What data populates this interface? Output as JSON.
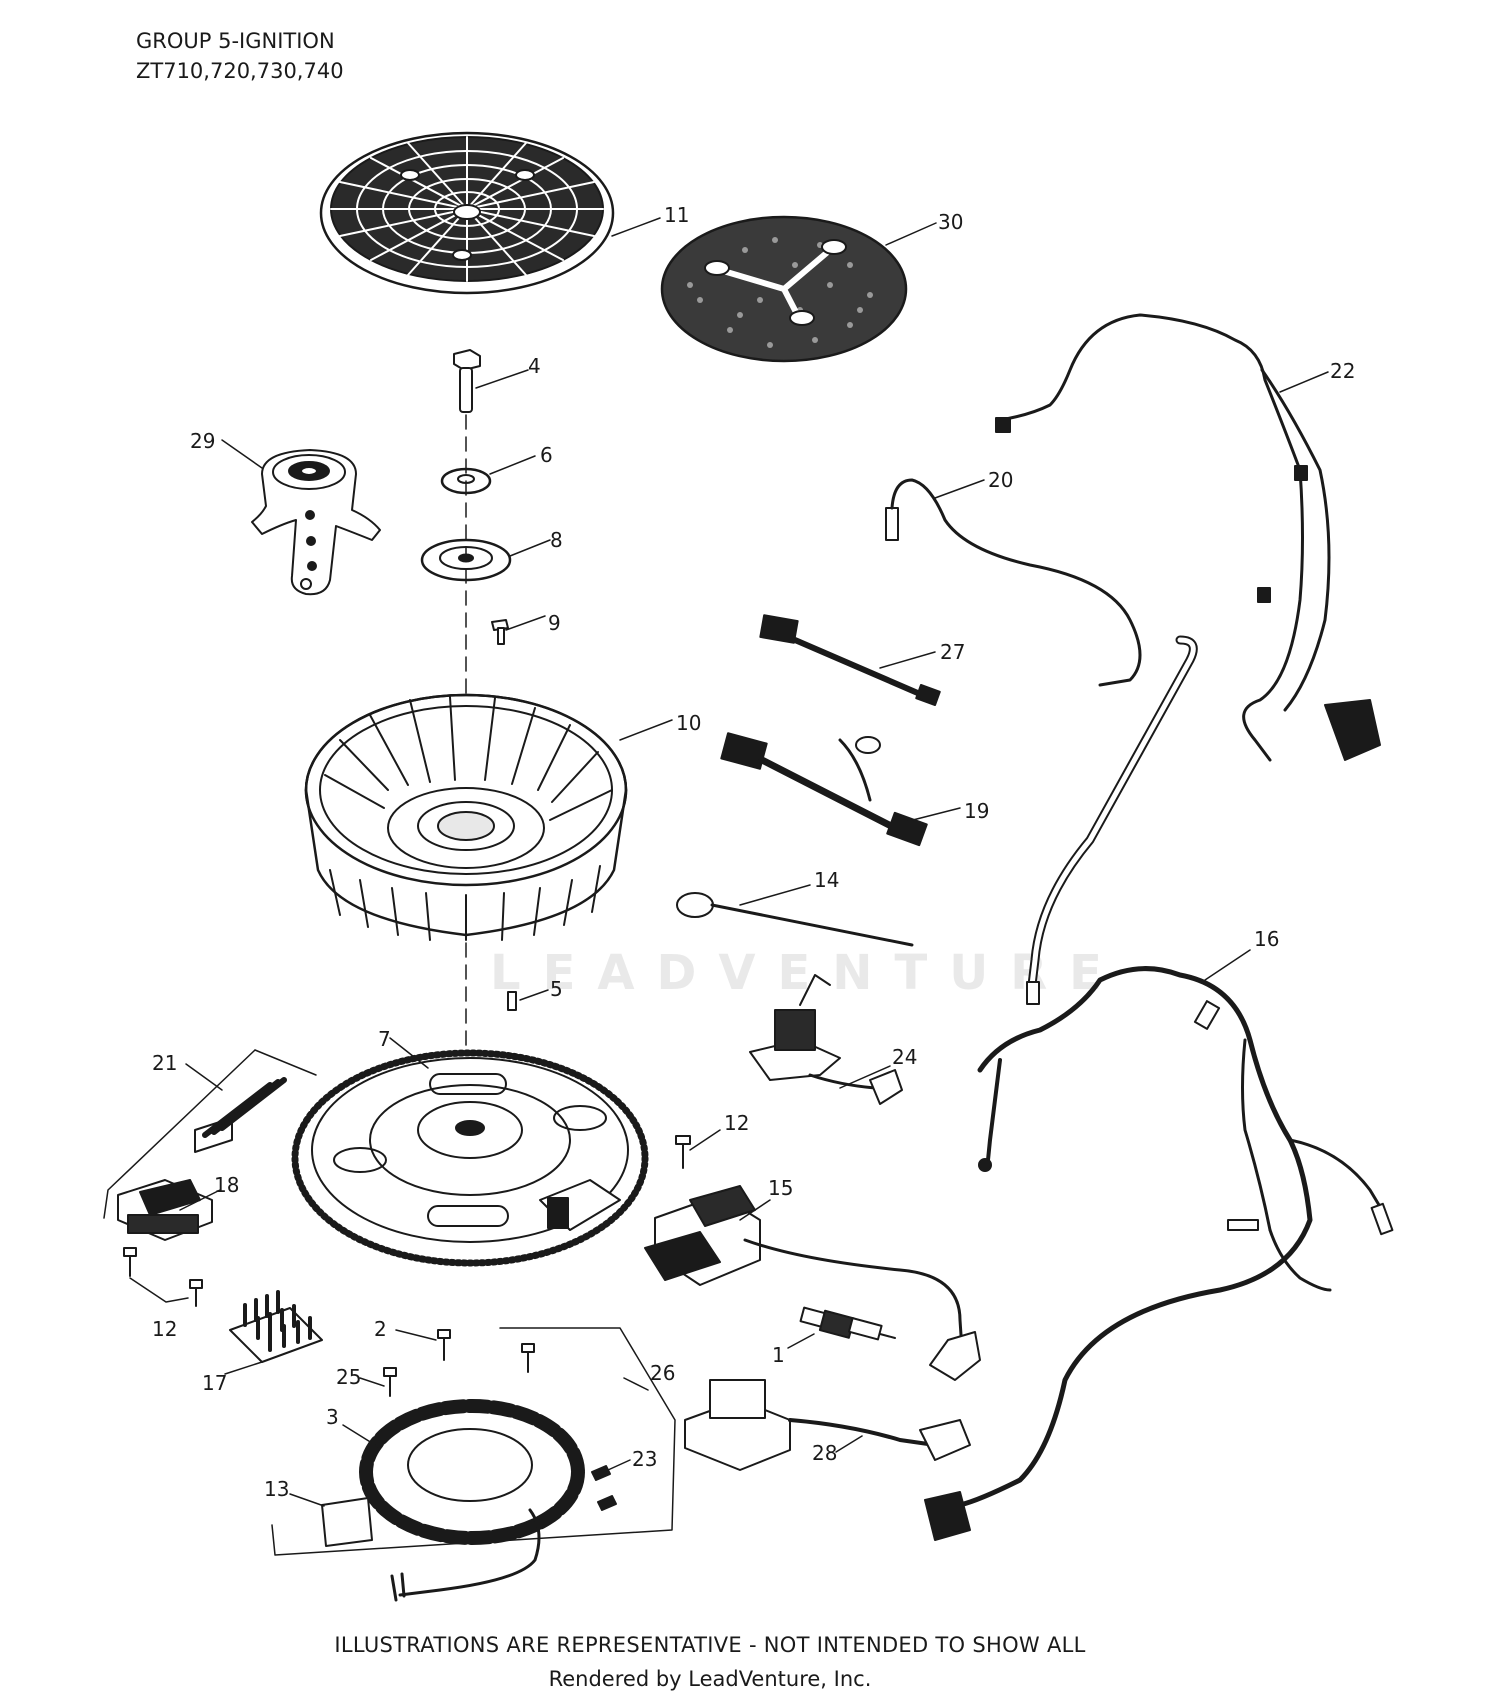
{
  "header": {
    "title": "GROUP 5-IGNITION",
    "models": "ZT710,720,730,740"
  },
  "watermark": {
    "text": "LEADVENTURE"
  },
  "footer": {
    "disclaimer": "ILLUSTRATIONS ARE REPRESENTATIVE - NOT INTENDED TO SHOW ALL",
    "credit": "Rendered by LeadVenture, Inc."
  },
  "callouts": [
    {
      "id": "c11",
      "label": "11"
    },
    {
      "id": "c30",
      "label": "30"
    },
    {
      "id": "c4",
      "label": "4"
    },
    {
      "id": "c29",
      "label": "29"
    },
    {
      "id": "c6",
      "label": "6"
    },
    {
      "id": "c8",
      "label": "8"
    },
    {
      "id": "c9",
      "label": "9"
    },
    {
      "id": "c10",
      "label": "10"
    },
    {
      "id": "c22",
      "label": "22"
    },
    {
      "id": "c20",
      "label": "20"
    },
    {
      "id": "c27",
      "label": "27"
    },
    {
      "id": "c19",
      "label": "19"
    },
    {
      "id": "c14",
      "label": "14"
    },
    {
      "id": "c5",
      "label": "5"
    },
    {
      "id": "c16",
      "label": "16"
    },
    {
      "id": "c7",
      "label": "7"
    },
    {
      "id": "c21",
      "label": "21"
    },
    {
      "id": "c24",
      "label": "24"
    },
    {
      "id": "c12a",
      "label": "12"
    },
    {
      "id": "c18",
      "label": "18"
    },
    {
      "id": "c15",
      "label": "15"
    },
    {
      "id": "c12b",
      "label": "12"
    },
    {
      "id": "c2",
      "label": "2"
    },
    {
      "id": "c26",
      "label": "26"
    },
    {
      "id": "c1",
      "label": "1"
    },
    {
      "id": "c17",
      "label": "17"
    },
    {
      "id": "c25",
      "label": "25"
    },
    {
      "id": "c3",
      "label": "3"
    },
    {
      "id": "c28",
      "label": "28"
    },
    {
      "id": "c23",
      "label": "23"
    },
    {
      "id": "c13",
      "label": "13"
    }
  ]
}
